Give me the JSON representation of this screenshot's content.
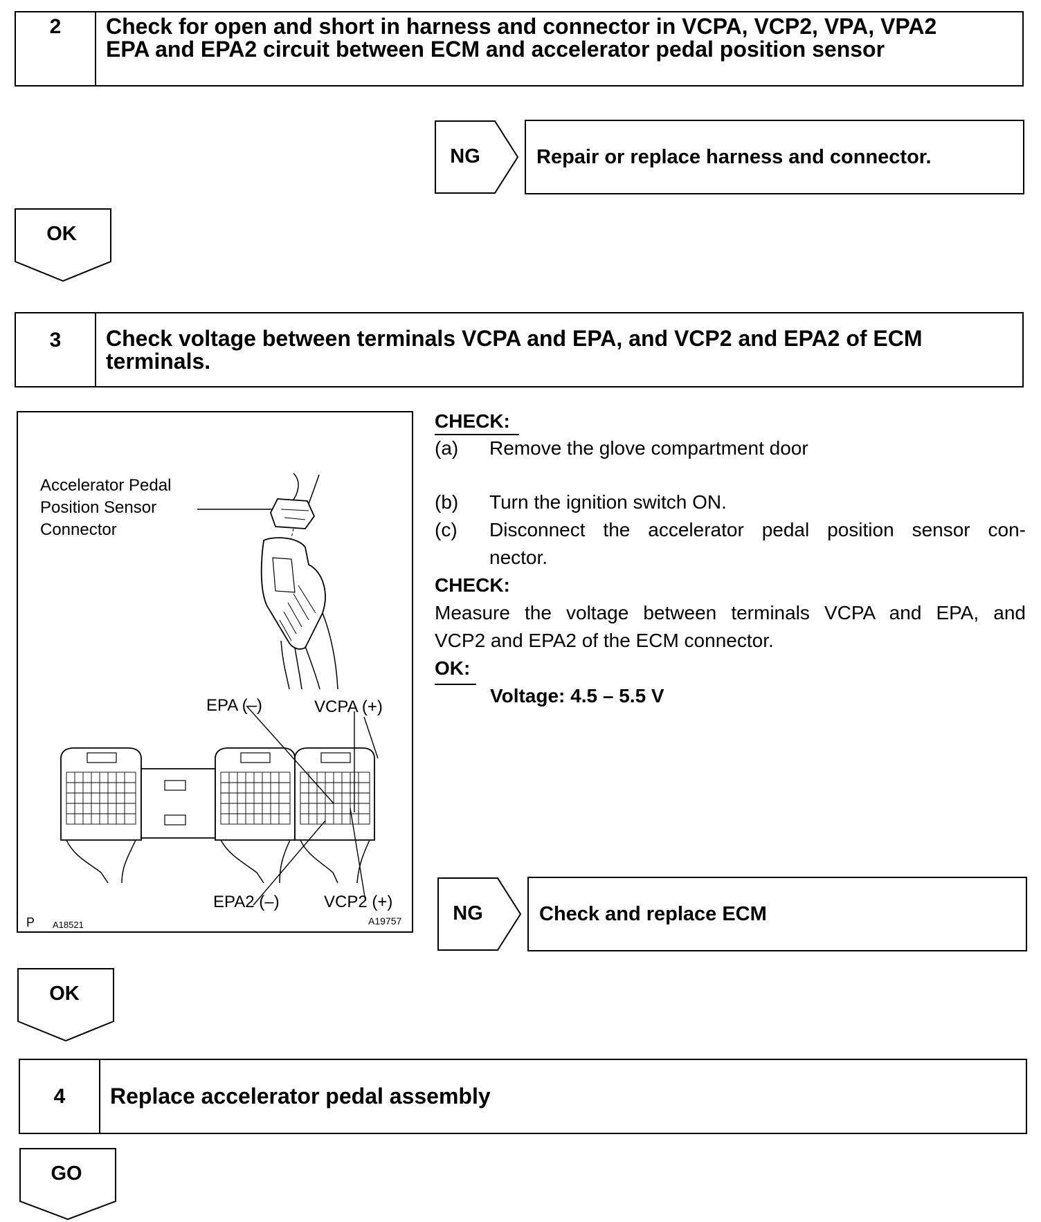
{
  "step2": {
    "number": "2",
    "title_line1": "Check for open and short in harness and connector in VCPA, VCP2, VPA, VPA2",
    "title_line2": "EPA and EPA2 circuit between ECM and accelerator pedal position sensor",
    "ng_label": "NG",
    "ng_action": "Repair or replace harness and connector.",
    "ok_label": "OK"
  },
  "step3": {
    "number": "3",
    "title_line1": "Check voltage between terminals VCPA and EPA, and VCP2 and EPA2 of ECM",
    "title_line2": "terminals.",
    "figure": {
      "connector_label_1": "Accelerator Pedal",
      "connector_label_2": "Position Sensor",
      "connector_label_3": "Connector",
      "epa": "EPA (–)",
      "vcpa": "VCPA (+)",
      "epa2": "EPA2 (–)",
      "vcp2": "VCP2 (+)",
      "corner_p": "P",
      "corner_code_left": "A18521",
      "corner_code_right": "A19757"
    },
    "check1_heading": "CHECK:",
    "item_a_marker": "(a)",
    "item_a_text": "Remove the glove compartment door",
    "item_b_marker": "(b)",
    "item_b_text": "Turn the ignition switch ON.",
    "item_c_marker": "(c)",
    "item_c_text_1": "Disconnect the accelerator pedal position sensor con-",
    "item_c_text_2": "nector.",
    "check2_heading": "CHECK:",
    "measure_line1": "Measure the voltage between terminals VCPA and EPA, and",
    "measure_line2": "VCP2 and EPA2 of the ECM connector.",
    "ok_heading": "OK:",
    "voltage": "Voltage: 4.5 – 5.5 V",
    "ng_label": "NG",
    "ng_action": "Check and replace ECM",
    "ok_label": "OK"
  },
  "step4": {
    "number": "4",
    "title": "Replace accelerator pedal assembly",
    "go_label": "GO"
  }
}
